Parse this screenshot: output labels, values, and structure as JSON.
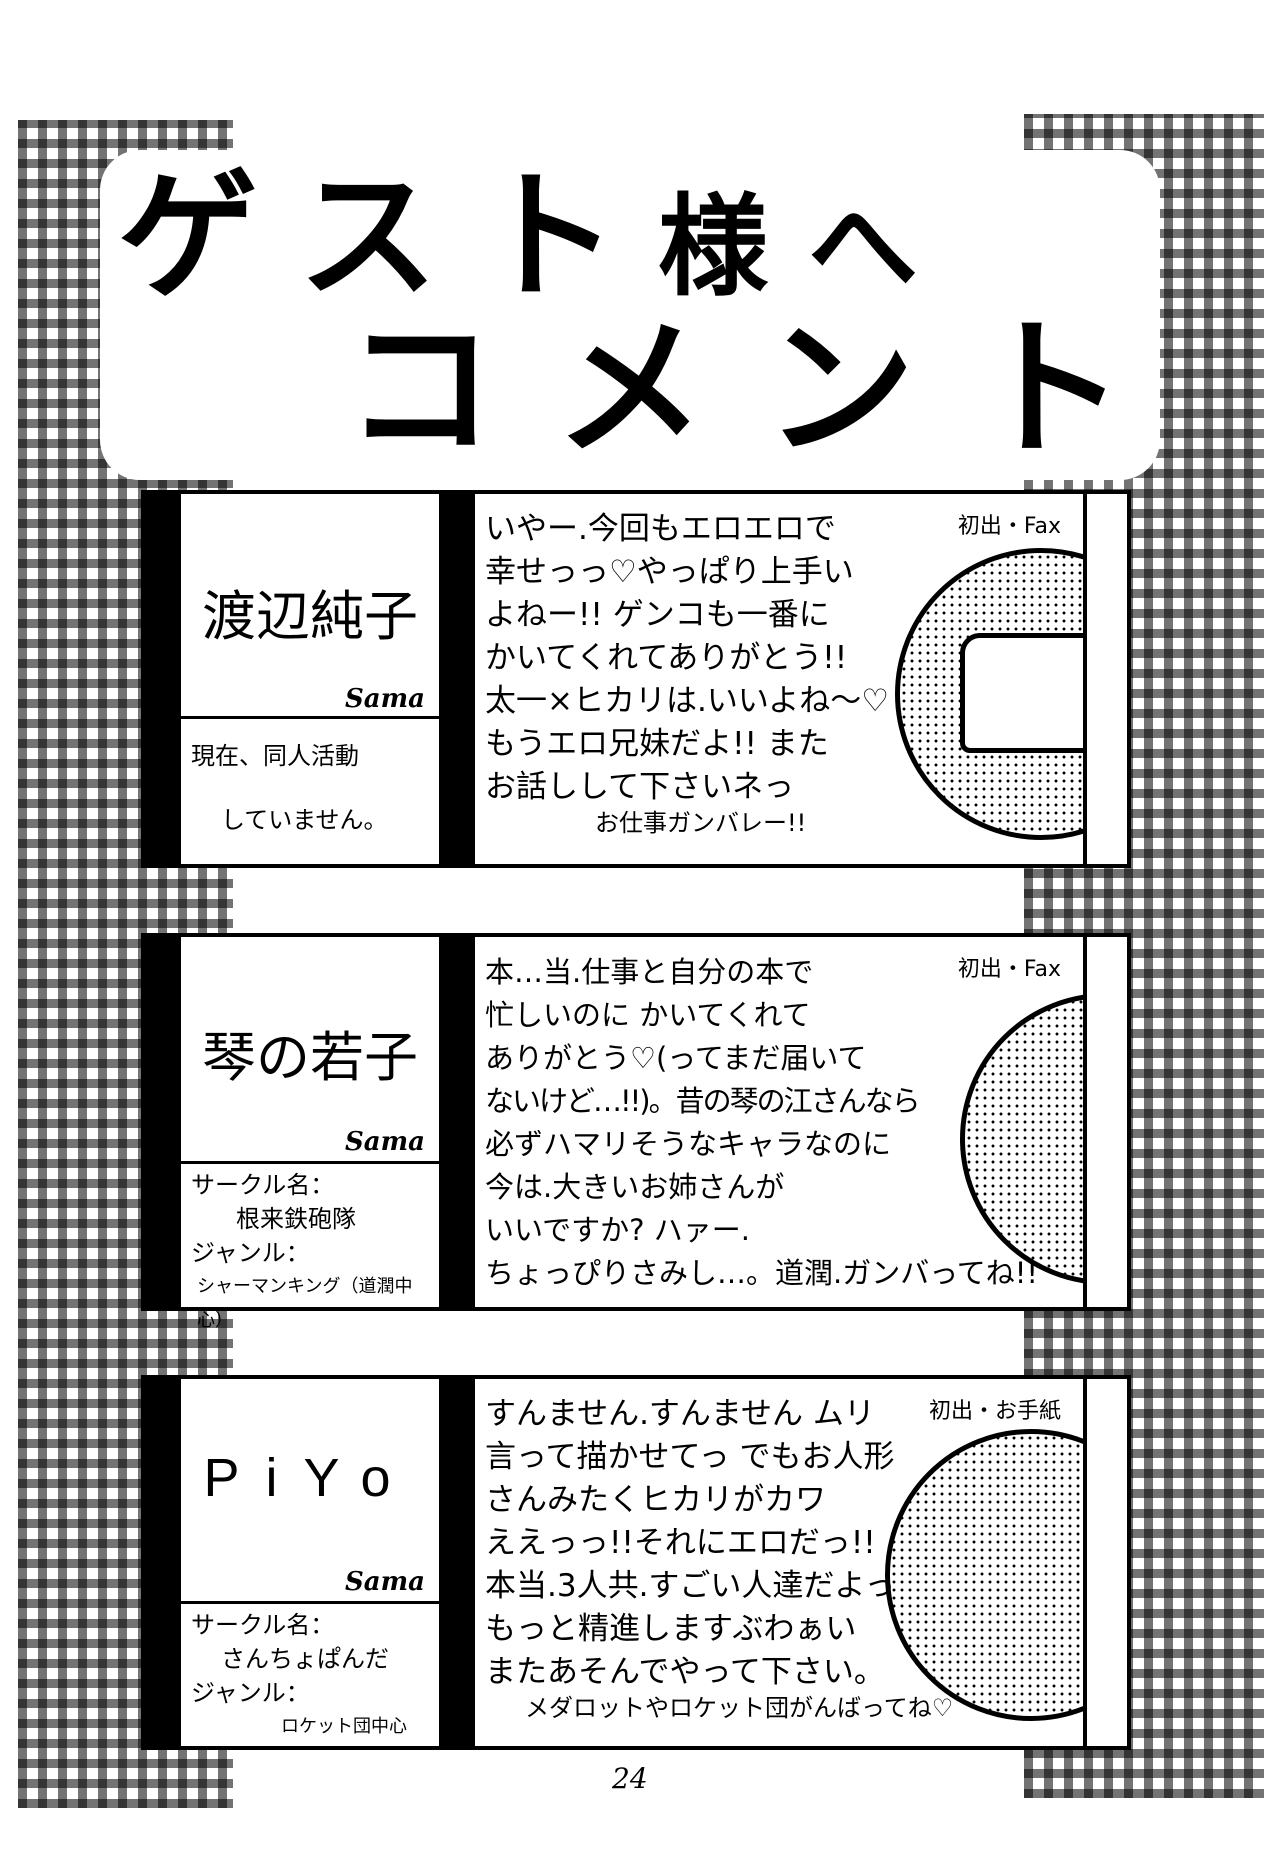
{
  "title": {
    "line1_main": "ゲスト",
    "line1_small": "様へ",
    "line2": "コメント"
  },
  "guests": [
    {
      "name": "渡辺純子",
      "honorific": "Sama",
      "info": [
        "現在、同人活動",
        "していません。"
      ],
      "note": "初出・Fax",
      "comment": [
        "いやー.今回もエロエロで",
        "幸せっっ♡やっぱり上手い",
        "よねー!! ゲンコも一番に",
        "かいてくれてありがとう!!",
        "太一×ヒカリは.いいよね〜♡",
        "もうエロ兄妹だよ!! また",
        "お話しして下さいネっ"
      ],
      "signoff": "お仕事ガンバレー!!"
    },
    {
      "name": "琴の若子",
      "honorific": "Sama",
      "info": [
        "サークル名：",
        "根来鉄砲隊",
        "ジャンル：",
        "シャーマンキング（道潤中心）"
      ],
      "note": "初出・Fax",
      "comment": [
        "本…当.仕事と自分の本で",
        "忙しいのに かいてくれて",
        "ありがとう♡(ってまだ届いて",
        "ないけど…!!)。昔の琴の江さんなら",
        "必ずハマリそうなキャラなのに",
        "今は.大きいお姉さんが",
        "いいですか? ハァー.",
        "ちょっぴりさみし…。道潤.ガンバってね!!"
      ],
      "signoff": ""
    },
    {
      "name": "PiYo",
      "honorific": "Sama",
      "info": [
        "サークル名：",
        "さんちょぱんだ",
        "ジャンル：",
        "ロケット団中心"
      ],
      "note": "初出・お手紙",
      "comment": [
        "すんません.すんません ムリ",
        "言って描かせてっ でもお人形",
        "さんみたくヒカリがカワ",
        "ええっっ!!それにエロだっ!!",
        "本当.3人共.すごい人達だよっ",
        "もっと精進しますぶわぁい",
        "またあそんでやって下さい。"
      ],
      "signoff": "メダロットやロケット団がんばってね♡"
    }
  ],
  "page_number": "24"
}
